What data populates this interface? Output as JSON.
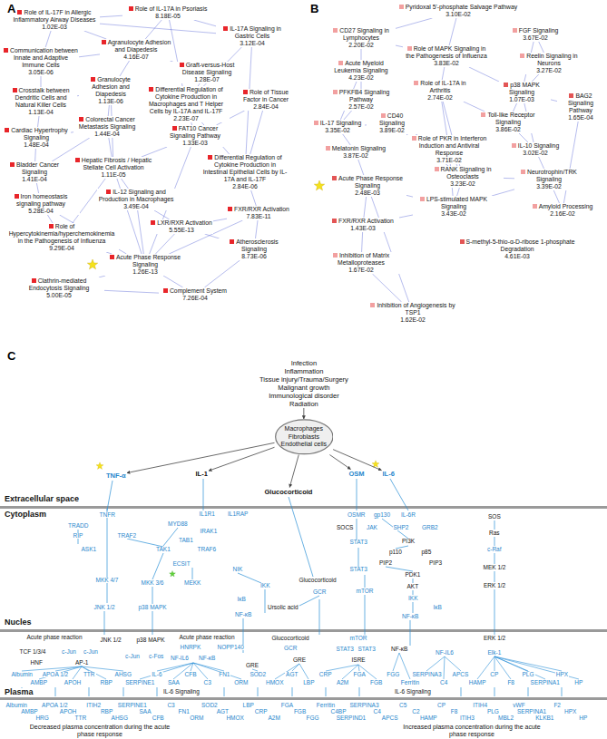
{
  "diagram": {
    "nodes": [
      {
        "text": [
          "Role of IL-17F in Allergic Inflammatory Airway Diseases",
          "1.02E-03"
        ]
      },
      {
        "text": [
          "Role of IL-17A in Psoriasis",
          "8.18E-05"
        ]
      },
      {
        "text": [
          "IL-17A Signaling in Gastric Cells",
          "3.12E-04"
        ]
      },
      {
        "text": [
          "Communication between Innate and Adaptive Immune Cells",
          "3.05E-06"
        ]
      },
      {
        "text": [
          "Agranulocyte Adhesion and Diapedesis",
          "4.16E-07"
        ]
      },
      {
        "text": [
          "Graft-versus-Host Disease Signaling",
          "1.28E-07"
        ]
      },
      {
        "text": [
          "Crosstalk between Dendritic Cells and Natural Killer Cells",
          "1.13E-04"
        ]
      },
      {
        "text": [
          "Differential Regulation of Cytokine Production in Macrophages and T Helper Cells by IL-17A and IL-17F",
          "2.23E-07"
        ]
      },
      {
        "text": [
          "Role of Tissue Factor in Cancer",
          "2.84E-04"
        ]
      },
      {
        "text": [
          "Granulocyte Adhesion and Diapedesis",
          "1.13E-06"
        ]
      },
      {
        "text": [
          "Cardiac Hypertrophy Signaling",
          "1.48E-04"
        ]
      },
      {
        "text": [
          "Colorectal Cancer Metastasis Signaling",
          "1.44E-04"
        ]
      },
      {
        "text": [
          "FAT10 Cancer Signaling Pathway",
          "1.33E-03"
        ]
      },
      {
        "text": [
          "Hepatic Fibrosis / Hepatic Stellate Cell Activation",
          "1.11E-05"
        ]
      },
      {
        "text": [
          "Differential Regulation of Cytokine Production in Intestinal Epithelial Cells by IL-17A and IL-17F",
          "2.84E-06"
        ]
      },
      {
        "text": [
          "Bladder Cancer Signaling",
          "1.41E-04"
        ]
      },
      {
        "text": [
          "Iron homeostasis signaling pathway",
          "5.28E-04"
        ]
      },
      {
        "text": [
          "IL-12 Signaling and Production in Macrophages",
          "3.49E-04"
        ]
      },
      {
        "text": [
          "FXR/RXR Activation",
          "7.83E-11"
        ]
      },
      {
        "text": [
          "Role of Hypercytokinemia/hyperchemokinemia in the Pathogenesis of Influenza",
          "9.29E-04"
        ]
      },
      {
        "text": [
          "LXR/RXR Activation",
          "5.55E-13"
        ]
      },
      {
        "text": [
          "Acute Phase Response Signaling",
          "1.26E-13"
        ]
      },
      {
        "text": [
          "Atherosclerosis Signaling",
          "8.73E-06"
        ]
      },
      {
        "text": [
          "Clathrin-mediated Endocytosis Signaling",
          "5.00E-05"
        ]
      },
      {
        "text": [
          "Complement System",
          "7.26E-04"
        ]
      },
      {
        "text": [
          "Pyridoxal 5'-phosphate Salvage Pathway",
          "3.10E-02"
        ]
      },
      {
        "text": [
          "CD27 Signaling in Lymphocytes",
          "2.20E-02"
        ]
      },
      {
        "text": [
          "FGF Signaling",
          "3.67E-02"
        ]
      },
      {
        "text": [
          "Role of MAPK Signaling in the Pathogenesis of Influenza",
          "3.83E-02"
        ]
      },
      {
        "text": [
          "Reelin Signaling in Neurons",
          "3.27E-02"
        ]
      },
      {
        "text": [
          "Acute Myeloid Leukemia Signaling",
          "4.23E-02"
        ]
      },
      {
        "text": [
          "PFKFB4 Signaling Pathway",
          "2.57E-02"
        ]
      },
      {
        "text": [
          "p38 MAPK Signaling",
          "1.07E-03"
        ]
      },
      {
        "text": [
          "Role of IL-17A in Arthritis",
          "2.74E-02"
        ]
      },
      {
        "text": [
          "Toll-like Receptor Signaling",
          "3.86E-02"
        ]
      },
      {
        "text": [
          "BAG2 Signaling Pathway",
          "1.65E-04"
        ]
      },
      {
        "text": [
          "IL-17 Signaling",
          "3.35E-02"
        ]
      },
      {
        "text": [
          "CD40 Signaling",
          "3.89E-02"
        ]
      },
      {
        "text": [
          "Melatonin Signaling",
          "3.87E-02"
        ]
      },
      {
        "text": [
          "Role of PKR in Interferon Induction and Antiviral Response",
          "3.71E-02"
        ]
      },
      {
        "text": [
          "IL-10 Signaling",
          "3.02E-02"
        ]
      },
      {
        "text": [
          "RANK Signaling in Osteoclasts",
          "3.23E-02"
        ]
      },
      {
        "text": [
          "Acute Phase Response Signaling",
          "2.48E-03"
        ]
      },
      {
        "text": [
          "Neurotrophin/TRK Signaling",
          "3.39E-02"
        ]
      },
      {
        "text": [
          "LPS-stimulated MAPK Signaling",
          "3.43E-02"
        ]
      },
      {
        "text": [
          "Amyloid Processing",
          "2.16E-02"
        ]
      },
      {
        "text": [
          "FXR/RXR Activation",
          "1.43E-03"
        ]
      },
      {
        "text": [
          "Inhibition of Matrix Metalloproteases",
          "1.67E-02"
        ]
      },
      {
        "text": [
          "S-methyl-5-thio-α-D-ribose 1-phosphate Degradation",
          "4.61E-03"
        ]
      },
      {
        "text": [
          "Inhibition of Angiogenesis by TSP1",
          "1.62E-02"
        ]
      },
      {
        "text": [
          "Infection",
          "Inflammation",
          "Tissue injury/Trauma/Surgery",
          "Malignant growth",
          "Immunological disorder",
          "Radiation"
        ]
      },
      {
        "text": [
          "Macrophages",
          "Fibroblasts",
          "Endothelial cells"
        ]
      },
      {
        "text": [
          "TNF-α"
        ]
      },
      {
        "text": [
          "IL-1"
        ]
      },
      {
        "text": [
          "Glucocorticoid"
        ]
      },
      {
        "text": [
          "OSM"
        ]
      },
      {
        "text": [
          "IL-6"
        ]
      }
    ],
    "edges": [
      {
        "from": 0,
        "to": 1,
        "arrow": "none"
      },
      {
        "from": 0,
        "to": 2,
        "arrow": "none"
      },
      {
        "from": 1,
        "to": 2,
        "arrow": "none"
      },
      {
        "from": 0,
        "to": 4,
        "arrow": "none"
      },
      {
        "from": 1,
        "to": 4,
        "arrow": "none"
      },
      {
        "from": 1,
        "to": 7,
        "arrow": "none"
      },
      {
        "from": 2,
        "to": 7,
        "arrow": "none"
      },
      {
        "from": 2,
        "to": 14,
        "arrow": "none"
      },
      {
        "from": 0,
        "to": 3,
        "arrow": "none"
      },
      {
        "from": 3,
        "to": 6,
        "arrow": "none"
      },
      {
        "from": 3,
        "to": 4,
        "arrow": "none"
      },
      {
        "from": 4,
        "to": 9,
        "arrow": "none"
      },
      {
        "from": 4,
        "to": 5,
        "arrow": "none"
      },
      {
        "from": 5,
        "to": 7,
        "arrow": "none"
      },
      {
        "from": 6,
        "to": 10,
        "arrow": "none"
      },
      {
        "from": 6,
        "to": 9,
        "arrow": "none"
      },
      {
        "from": 7,
        "to": 14,
        "arrow": "none"
      },
      {
        "from": 7,
        "to": 12,
        "arrow": "none"
      },
      {
        "from": 8,
        "to": 12,
        "arrow": "none"
      },
      {
        "from": 8,
        "to": 14,
        "arrow": "none"
      },
      {
        "from": 9,
        "to": 11,
        "arrow": "none"
      },
      {
        "from": 9,
        "to": 13,
        "arrow": "none"
      },
      {
        "from": 10,
        "to": 11,
        "arrow": "none"
      },
      {
        "from": 10,
        "to": 15,
        "arrow": "none"
      },
      {
        "from": 11,
        "to": 13,
        "arrow": "none"
      },
      {
        "from": 11,
        "to": 15,
        "arrow": "none"
      },
      {
        "from": 12,
        "to": 13,
        "arrow": "none"
      },
      {
        "from": 13,
        "to": 17,
        "arrow": "none"
      },
      {
        "from": 13,
        "to": 21,
        "arrow": "none"
      },
      {
        "from": 14,
        "to": 18,
        "arrow": "none"
      },
      {
        "from": 15,
        "to": 16,
        "arrow": "none"
      },
      {
        "from": 16,
        "to": 21,
        "arrow": "none"
      },
      {
        "from": 17,
        "to": 20,
        "arrow": "none"
      },
      {
        "from": 18,
        "to": 20,
        "arrow": "none"
      },
      {
        "from": 18,
        "to": 21,
        "arrow": "none"
      },
      {
        "from": 18,
        "to": 22,
        "arrow": "none"
      },
      {
        "from": 19,
        "to": 21,
        "arrow": "none"
      },
      {
        "from": 19,
        "to": 13,
        "arrow": "none"
      },
      {
        "from": 20,
        "to": 21,
        "arrow": "none"
      },
      {
        "from": 20,
        "to": 22,
        "arrow": "none"
      },
      {
        "from": 21,
        "to": 23,
        "arrow": "none"
      },
      {
        "from": 21,
        "to": 24,
        "arrow": "none"
      },
      {
        "from": 22,
        "to": 24,
        "arrow": "none"
      },
      {
        "from": 23,
        "to": 24,
        "arrow": "none"
      },
      {
        "from": 16,
        "to": 19,
        "arrow": "none"
      },
      {
        "from": 12,
        "to": 21,
        "arrow": "none"
      },
      {
        "from": 17,
        "to": 21,
        "arrow": "none"
      },
      {
        "from": 25,
        "to": 28,
        "arrow": "none"
      },
      {
        "from": 25,
        "to": 26,
        "arrow": "none"
      },
      {
        "from": 26,
        "to": 28,
        "arrow": "none"
      },
      {
        "from": 26,
        "to": 30,
        "arrow": "none"
      },
      {
        "from": 27,
        "to": 29,
        "arrow": "none"
      },
      {
        "from": 27,
        "to": 32,
        "arrow": "none"
      },
      {
        "from": 28,
        "to": 33,
        "arrow": "none"
      },
      {
        "from": 28,
        "to": 32,
        "arrow": "none"
      },
      {
        "from": 29,
        "to": 32,
        "arrow": "none"
      },
      {
        "from": 30,
        "to": 31,
        "arrow": "none"
      },
      {
        "from": 30,
        "to": 36,
        "arrow": "none"
      },
      {
        "from": 31,
        "to": 36,
        "arrow": "none"
      },
      {
        "from": 32,
        "to": 34,
        "arrow": "none"
      },
      {
        "from": 32,
        "to": 35,
        "arrow": "none"
      },
      {
        "from": 32,
        "to": 40,
        "arrow": "none"
      },
      {
        "from": 33,
        "to": 39,
        "arrow": "none"
      },
      {
        "from": 33,
        "to": 34,
        "arrow": "none"
      },
      {
        "from": 34,
        "to": 40,
        "arrow": "none"
      },
      {
        "from": 35,
        "to": 45,
        "arrow": "none"
      },
      {
        "from": 36,
        "to": 37,
        "arrow": "none"
      },
      {
        "from": 36,
        "to": 38,
        "arrow": "none"
      },
      {
        "from": 37,
        "to": 39,
        "arrow": "none"
      },
      {
        "from": 37,
        "to": 41,
        "arrow": "none"
      },
      {
        "from": 38,
        "to": 42,
        "arrow": "none"
      },
      {
        "from": 39,
        "to": 41,
        "arrow": "none"
      },
      {
        "from": 39,
        "to": 44,
        "arrow": "none"
      },
      {
        "from": 40,
        "to": 43,
        "arrow": "none"
      },
      {
        "from": 41,
        "to": 44,
        "arrow": "none"
      },
      {
        "from": 42,
        "to": 44,
        "arrow": "none"
      },
      {
        "from": 42,
        "to": 46,
        "arrow": "none"
      },
      {
        "from": 43,
        "to": 44,
        "arrow": "none"
      },
      {
        "from": 44,
        "to": 46,
        "arrow": "none"
      },
      {
        "from": 45,
        "to": 43,
        "arrow": "none"
      },
      {
        "from": 46,
        "to": 47,
        "arrow": "none"
      },
      {
        "from": 47,
        "to": 49,
        "arrow": "none"
      },
      {
        "from": 42,
        "to": 49,
        "arrow": "none"
      },
      {
        "from": 41,
        "to": 43,
        "arrow": "none"
      },
      {
        "from": 33,
        "to": 41,
        "arrow": "none"
      },
      {
        "from": 50,
        "to": 51,
        "arrow": "to"
      },
      {
        "from": 51,
        "to": 52,
        "arrow": "to"
      },
      {
        "from": 51,
        "to": 53,
        "arrow": "to"
      },
      {
        "from": 51,
        "to": 54,
        "arrow": "to"
      },
      {
        "from": 51,
        "to": 55,
        "arrow": "to"
      },
      {
        "from": 51,
        "to": 56,
        "arrow": "to"
      }
    ],
    "labels": [
      "A",
      "B",
      "C",
      "Extracellular space",
      "Cytoplasm",
      "Nucles",
      "Plasma",
      "TNFR",
      "TRADD",
      "RIP",
      "TRAF2",
      "ASK1",
      "IL1R1",
      "IL1RAP",
      "MYD88",
      "IRAK1",
      "TAB1",
      "TRAF6",
      "TAK1",
      "ECSIT",
      "MKK 4/7",
      "MKK 3/6",
      "MEKK",
      "JNK 1/2",
      "p38 MAPK",
      "NIK",
      "IKK",
      "IκB",
      "NF-κB",
      "Ursolic acid",
      "Glucocorticoid",
      "GCR",
      "OSMR",
      "gp130",
      "IL-6R",
      "SOCS",
      "JAK",
      "SHP2",
      "GRB2",
      "SOS",
      "Ras",
      "STAT3",
      "PI3K",
      "p110",
      "p85",
      "PIP2",
      "PIP3",
      "PDK1",
      "STAT3",
      "AKT",
      "mTOR",
      "IKK",
      "IκB",
      "NF-κB",
      "c-Raf",
      "MEK 1/2",
      "ERK 1/2",
      "Acute phase reaction",
      "JNK 1/2",
      "p38 MAPK",
      "Acute phase reaction",
      "HNRPK",
      "NOPP140",
      "TCF 1/3/4",
      "c-Jun",
      "c-Jun",
      "HNF",
      "AP-1",
      "c-Jun",
      "c-Fos",
      "NF-IL6",
      "NF-κB",
      "Glucocorticoid",
      "GCR",
      "GRE",
      "GRE",
      "mTOR",
      "STAT3",
      "STAT3",
      "ISRE",
      "NF-κB",
      "ERK 1/2",
      "NF-IL6",
      "Elk-1",
      "Albumin",
      "AMBP",
      "APOA 1/2",
      "APOH",
      "TTR",
      "RBP",
      "AHSG",
      "SERPINE1",
      "IL-6",
      "SAA",
      "CFB",
      "C3",
      "FN1",
      "ORM",
      "SOD2",
      "HMOX",
      "AGT",
      "LBP",
      "CRP",
      "A2M",
      "FGA",
      "FGB",
      "FGG",
      "Ferritin",
      "SERPINA3",
      "C4",
      "APCS",
      "HAMP",
      "CP",
      "F8",
      "PLG",
      "SERPINA1",
      "HPX",
      "HP",
      "IL-6 Signaling",
      "IL-6 Signaling",
      "Albumin",
      "AMBP",
      "HRG",
      "APOA 1/2",
      "APOH",
      "TTR",
      "ITIH2",
      "RBP",
      "AHSG",
      "SERPINE1",
      "SAA",
      "CFB",
      "C3",
      "FN1",
      "ORM",
      "SOD2",
      "AGT",
      "HMOX",
      "LBP",
      "CRP",
      "A2M",
      "FGA",
      "FGB",
      "FGG",
      "Ferritin",
      "C4BP",
      "SERPIND1",
      "SERPINA3",
      "C4",
      "APCS",
      "C5",
      "C2",
      "HAMP",
      "CP",
      "F8",
      "ITIH3",
      "ITIH4",
      "PLG",
      "MBL2",
      "vWF",
      "SERPINA1",
      "KLKB1",
      "F2",
      "HPX",
      "HP",
      "Decreased plasma concentration during the acute phase response",
      "Increased plasma concentration during the acute phase response"
    ]
  }
}
